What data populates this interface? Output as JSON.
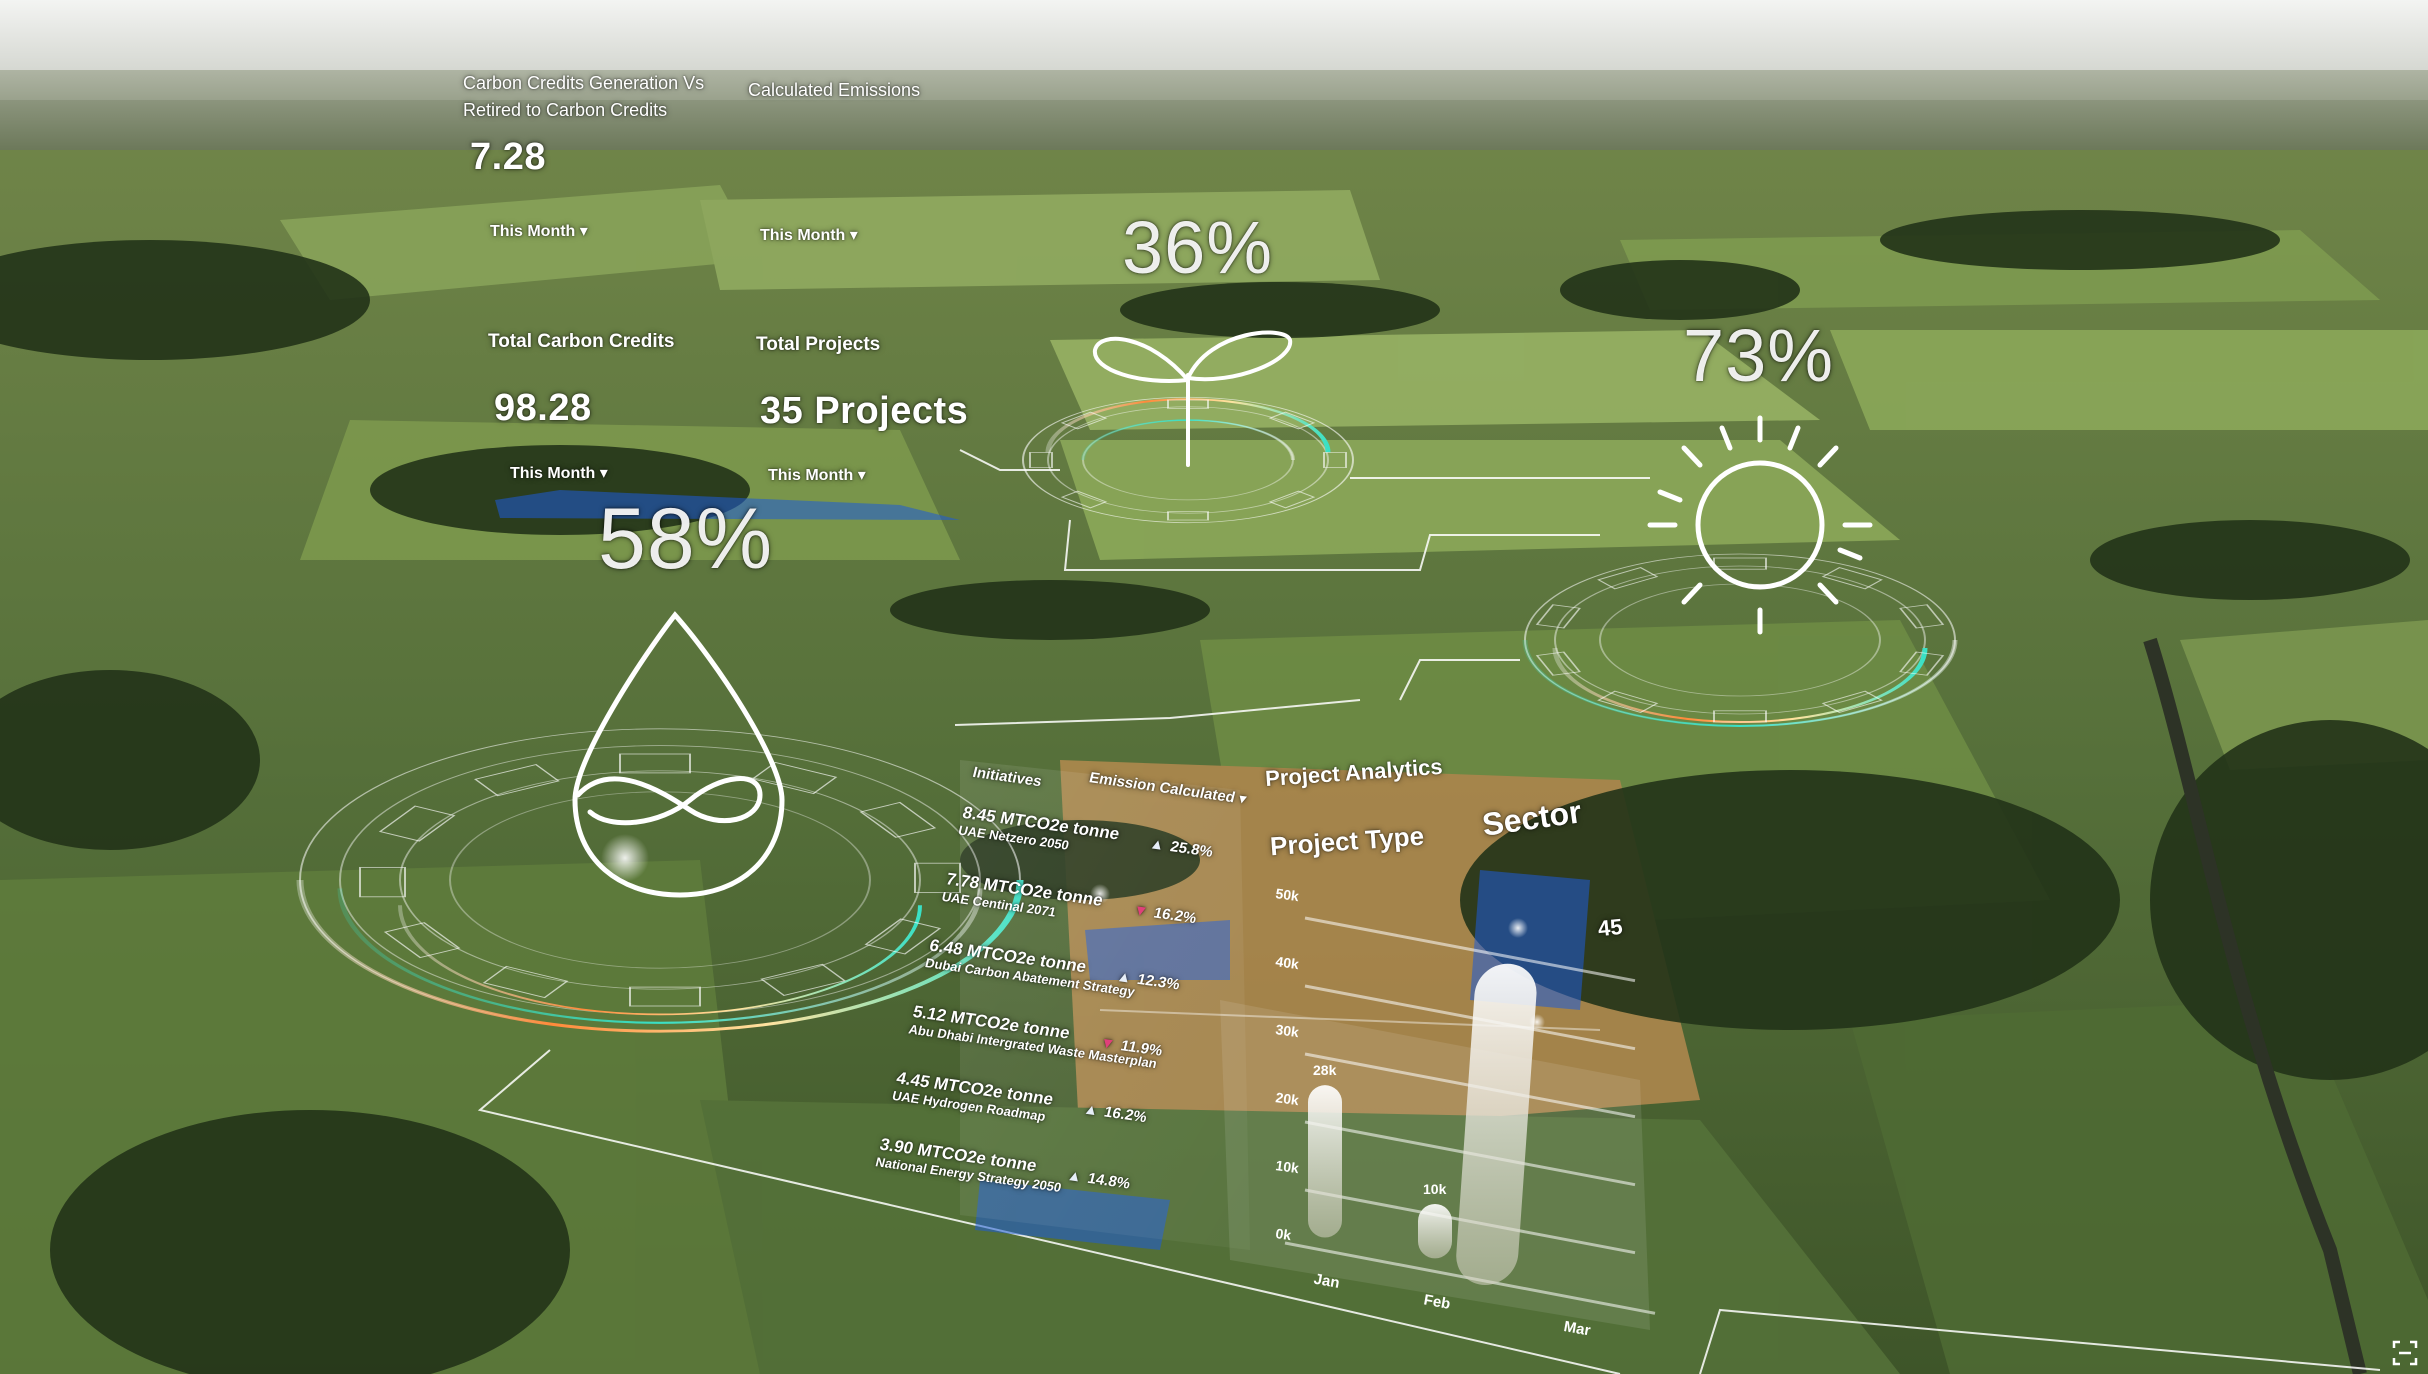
{
  "colors": {
    "sky": "#e9ecea",
    "field_light": "#7d9a4c",
    "field_dark": "#3d5427",
    "tree": "#1f2d17",
    "hud_white": "#ffffff",
    "accent_teal": "#39e0c5",
    "accent_orange": "#ff8a3a",
    "accent_blue": "#1e5bd8",
    "down_red": "#e0407a"
  },
  "kpis": {
    "credits_vs_retired": {
      "label_line1": "Carbon Credits Generation Vs",
      "label_line2": "Retired to Carbon Credits",
      "value": "7.28",
      "period": "This Month ▾"
    },
    "calculated_emissions": {
      "label": "Calculated Emissions",
      "period": "This Month ▾"
    },
    "total_carbon_credits": {
      "label": "Total Carbon Credits",
      "value": "98.28",
      "period": "This Month ▾"
    },
    "total_projects": {
      "label": "Total Projects",
      "value": "35 Projects",
      "period": "This Month ▾"
    }
  },
  "gauges": {
    "water": {
      "percent": "58%",
      "icon": "water-drop-icon"
    },
    "plant": {
      "percent": "36%",
      "icon": "sprout-icon"
    },
    "sun": {
      "percent": "73%",
      "icon": "sun-icon"
    }
  },
  "initiatives": {
    "header_left": "Initiatives",
    "header_right": "Emission Calculated ▾",
    "rows": [
      {
        "value": "8.45 MTCO2e tonne",
        "name": "UAE Netzero 2050",
        "delta": "25.8%",
        "dir": "up"
      },
      {
        "value": "7.78 MTCO2e tonne",
        "name": "UAE Centinal 2071",
        "delta": "16.2%",
        "dir": "down"
      },
      {
        "value": "6.48 MTCO2e tonne",
        "name": "Dubai Carbon Abatement Strategy",
        "delta": "12.3%",
        "dir": "up"
      },
      {
        "value": "5.12 MTCO2e tonne",
        "name": "Abu Dhabi Intergrated Waste Masterplan",
        "delta": "11.9%",
        "dir": "down"
      },
      {
        "value": "4.45 MTCO2e tonne",
        "name": "UAE Hydrogen Roadmap",
        "delta": "16.2%",
        "dir": "up"
      },
      {
        "value": "3.90 MTCO2e tonne",
        "name": "National Energy Strategy 2050",
        "delta": "14.8%",
        "dir": "up"
      }
    ]
  },
  "analytics": {
    "title": "Project Analytics",
    "subtitle": "Project Type",
    "sector_label": "Sector",
    "sector_value": "45"
  },
  "chart_data": {
    "type": "bar",
    "title": "",
    "xlabel": "",
    "ylabel": "",
    "categories": [
      "Jan",
      "Feb",
      "Mar"
    ],
    "values": [
      28,
      10,
      45
    ],
    "value_labels": [
      "28k",
      "10k",
      "45"
    ],
    "yticks": [
      "0k",
      "10k",
      "20k",
      "30k",
      "40k",
      "50k"
    ],
    "ylim": [
      0,
      50
    ],
    "grid": true
  }
}
